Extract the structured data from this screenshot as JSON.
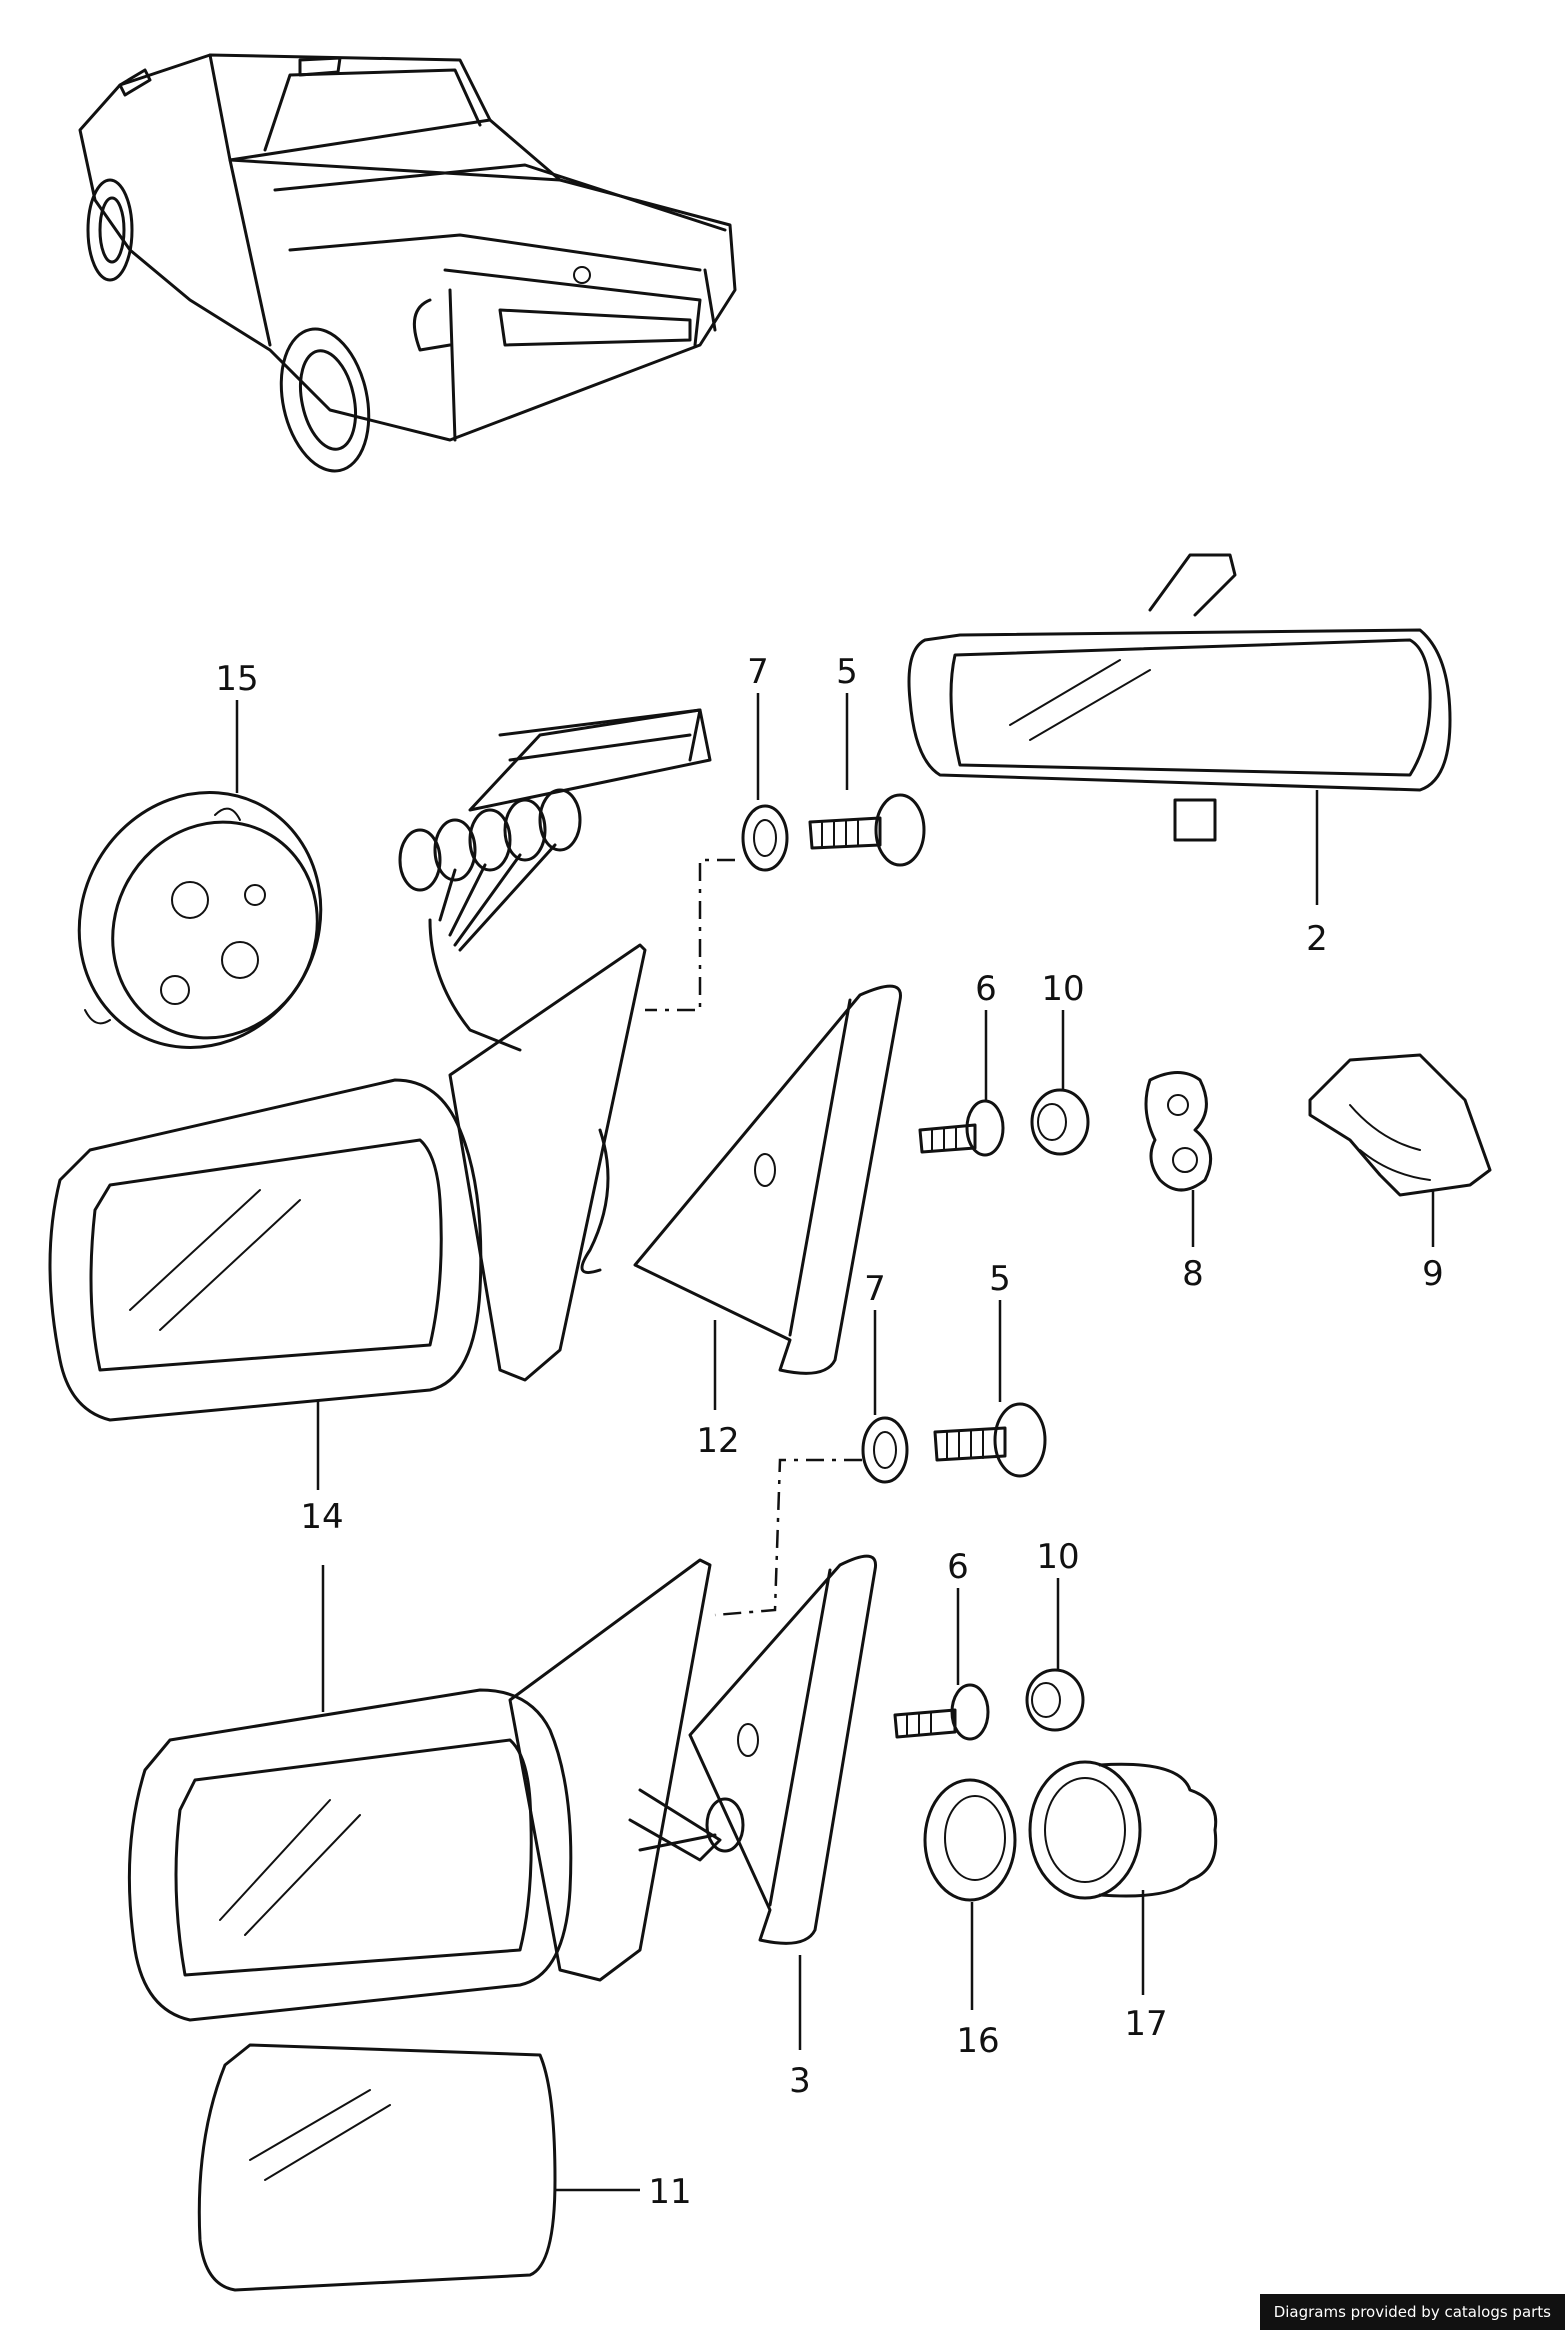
{
  "callouts": [
    {
      "id": "2",
      "label": "2"
    },
    {
      "id": "3",
      "label": "3"
    },
    {
      "id": "5a",
      "label": "5"
    },
    {
      "id": "5b",
      "label": "5"
    },
    {
      "id": "6a",
      "label": "6"
    },
    {
      "id": "6b",
      "label": "6"
    },
    {
      "id": "7a",
      "label": "7"
    },
    {
      "id": "7b",
      "label": "7"
    },
    {
      "id": "8",
      "label": "8"
    },
    {
      "id": "9",
      "label": "9"
    },
    {
      "id": "10a",
      "label": "10"
    },
    {
      "id": "10b",
      "label": "10"
    },
    {
      "id": "11",
      "label": "11"
    },
    {
      "id": "12",
      "label": "12"
    },
    {
      "id": "14",
      "label": "14"
    },
    {
      "id": "15",
      "label": "15"
    },
    {
      "id": "16",
      "label": "16"
    },
    {
      "id": "17",
      "label": "17"
    }
  ],
  "credit": "Diagrams provided by catalogs parts"
}
